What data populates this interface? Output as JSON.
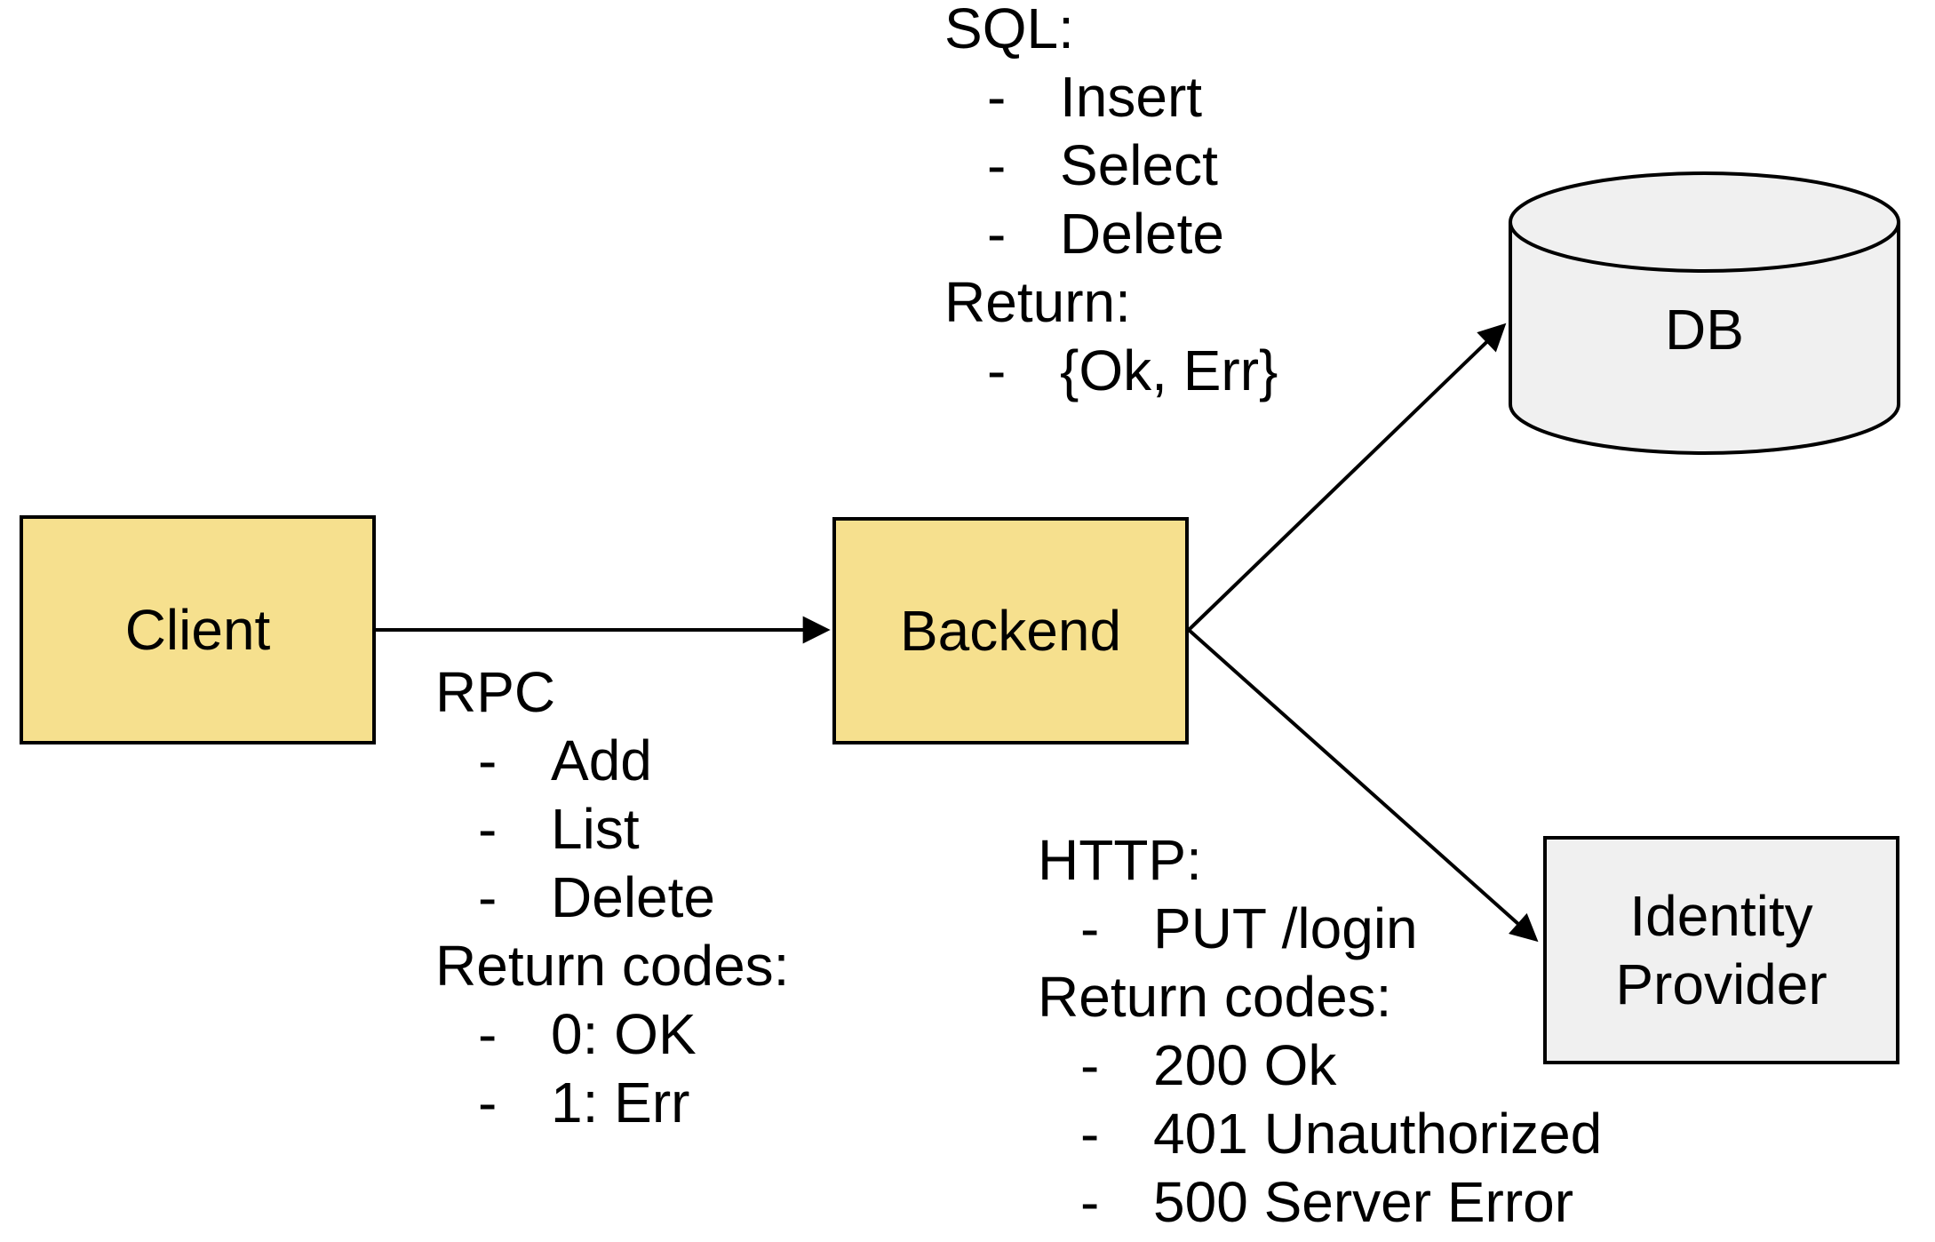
{
  "colors": {
    "node_fill_yellow": "#f6e08e",
    "node_fill_gray": "#f0f0f0",
    "stroke": "#000000",
    "background": "#ffffff",
    "text": "#000000"
  },
  "nodes": {
    "client": {
      "label": "Client"
    },
    "backend": {
      "label": "Backend"
    },
    "db": {
      "label": "DB"
    },
    "identity_provider": {
      "label": "Identity Provider"
    }
  },
  "annotations": {
    "bullet": "-",
    "sql": {
      "lines": [
        {
          "type": "header",
          "text": "SQL:"
        },
        {
          "type": "item",
          "text": "Insert"
        },
        {
          "type": "item",
          "text": "Select"
        },
        {
          "type": "item",
          "text": "Delete"
        },
        {
          "type": "header",
          "text": "Return:"
        },
        {
          "type": "item",
          "text": "{Ok, Err}"
        }
      ]
    },
    "rpc": {
      "lines": [
        {
          "type": "header",
          "text": "RPC"
        },
        {
          "type": "item",
          "text": "Add"
        },
        {
          "type": "item",
          "text": "List"
        },
        {
          "type": "item",
          "text": "Delete"
        },
        {
          "type": "header",
          "text": "Return codes:"
        },
        {
          "type": "item",
          "text": "0: OK"
        },
        {
          "type": "item",
          "text": "1: Err"
        }
      ]
    },
    "http": {
      "lines": [
        {
          "type": "header",
          "text": "HTTP:"
        },
        {
          "type": "item",
          "text": "PUT /login"
        },
        {
          "type": "header",
          "text": "Return codes:"
        },
        {
          "type": "item",
          "text": "200 Ok"
        },
        {
          "type": "item",
          "text": "401 Unauthorized"
        },
        {
          "type": "item",
          "text": "500 Server Error"
        }
      ]
    }
  }
}
